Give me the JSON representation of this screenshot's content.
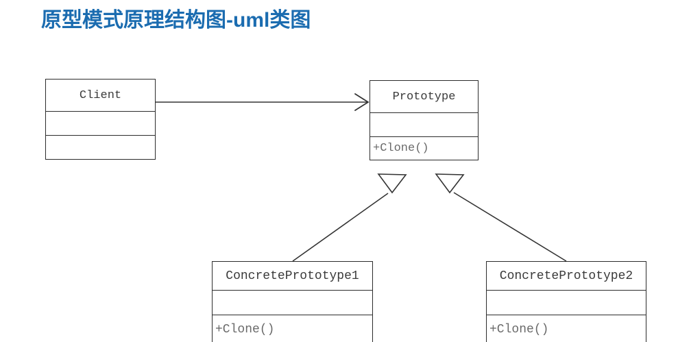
{
  "diagram": {
    "title": "原型模式原理结构图-uml类图",
    "title_color": "#1b6cb0",
    "background_color": "#ffffff",
    "line_color": "#333333",
    "type": "uml-class-diagram",
    "classes": [
      {
        "id": "client",
        "name": "Client",
        "attributes": "",
        "operations": ""
      },
      {
        "id": "prototype",
        "name": "Prototype",
        "attributes": "",
        "operations": "+Clone()"
      },
      {
        "id": "concrete1",
        "name": "ConcretePrototype1",
        "attributes": "",
        "operations": "+Clone()"
      },
      {
        "id": "concrete2",
        "name": "ConcretePrototype2",
        "attributes": "",
        "operations": "+Clone()"
      }
    ],
    "relationships": [
      {
        "id": "client-uses-prototype",
        "from": "Client",
        "to": "Prototype",
        "kind": "association",
        "arrowhead": "open-arrow",
        "label": ""
      },
      {
        "id": "concrete1-extends-prototype",
        "from": "ConcretePrototype1",
        "to": "Prototype",
        "kind": "generalization",
        "arrowhead": "hollow-triangle",
        "label": ""
      },
      {
        "id": "concrete2-extends-prototype",
        "from": "ConcretePrototype2",
        "to": "Prototype",
        "kind": "generalization",
        "arrowhead": "hollow-triangle",
        "label": ""
      }
    ]
  }
}
